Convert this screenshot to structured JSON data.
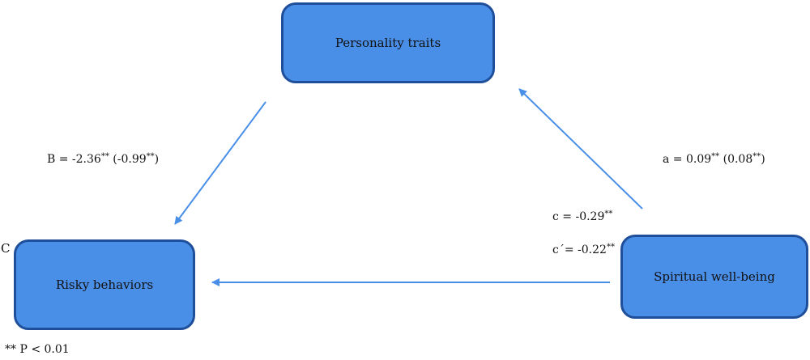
{
  "colors": {
    "node_fill": "#4a8fe7",
    "node_border": "#1f4f9a",
    "arrow": "#4a8fe7"
  },
  "nodes": {
    "personality": "Personality traits",
    "risky": "Risky behaviors",
    "spiritual": "Spiritual well-being"
  },
  "paths": {
    "b": {
      "text": "B = -2.36",
      "sig": "**",
      "paren_open": " (-0.99",
      "paren_sig": "**",
      "paren_close": ")"
    },
    "a": {
      "text": "a = 0.09",
      "sig": "**",
      "paren_open": " (0.08",
      "paren_sig": "**",
      "paren_close": ")"
    },
    "c": {
      "text": "c = -0.29",
      "sig": "**"
    },
    "c_prime": {
      "text": "c´= -0.22",
      "sig": "**"
    }
  },
  "panel_label": "C",
  "footnote": "** P < 0.01"
}
